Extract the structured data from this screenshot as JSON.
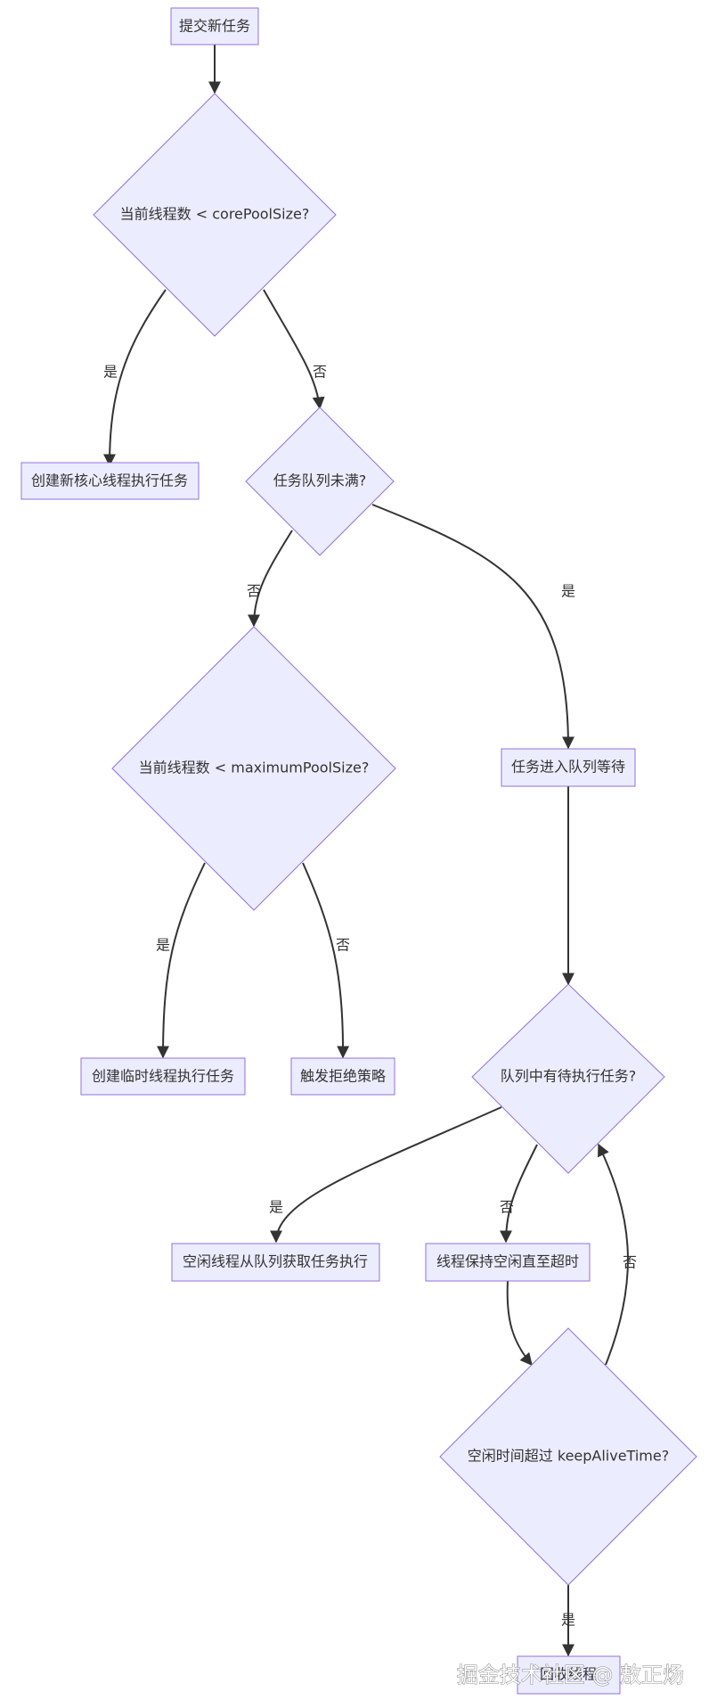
{
  "nodes": {
    "submit": "提交新任务",
    "core_check": "当前线程数 < corePoolSize?",
    "create_core": "创建新核心线程执行任务",
    "queue_check": "任务队列未满?",
    "max_check": "当前线程数 < maximumPoolSize?",
    "enqueue": "任务进入队列等待",
    "create_temp": "创建临时线程执行任务",
    "reject": "触发拒绝策略",
    "pending_check": "队列中有待执行任务?",
    "idle_fetch": "空闲线程从队列获取任务执行",
    "keep_idle": "线程保持空闲直至超时",
    "timeout_check": "空闲时间超过 keepAliveTime?",
    "recycle": "回收线程"
  },
  "edge_labels": {
    "core_yes": "是",
    "core_no": "否",
    "queue_no": "否",
    "queue_yes": "是",
    "max_yes": "是",
    "max_no": "否",
    "pending_yes": "是",
    "pending_no": "否",
    "timeout_no": "否",
    "timeout_yes": "是"
  },
  "watermark": "掘金技术社区 @ 敖正炀"
}
